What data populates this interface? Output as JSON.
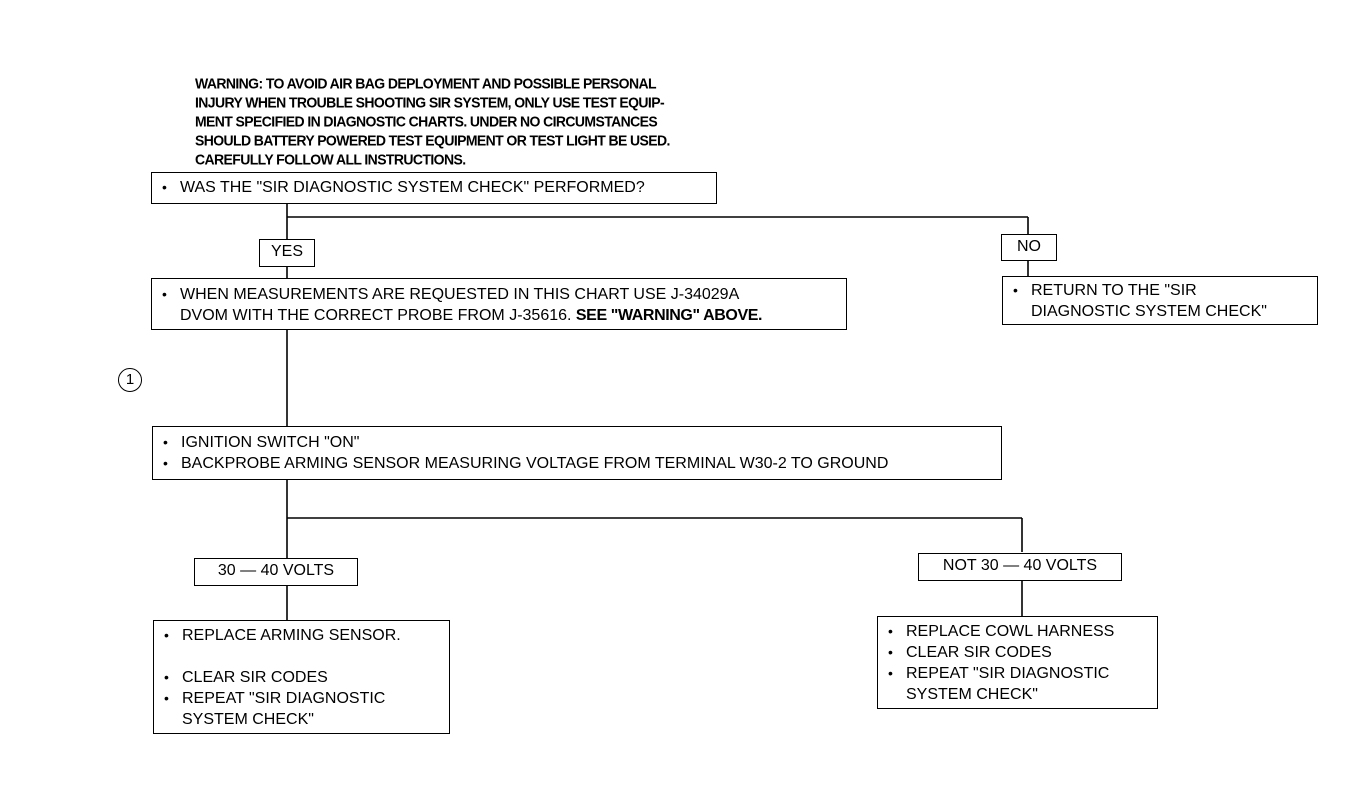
{
  "warning": {
    "lines": [
      "WARNING: TO AVOID AIR BAG DEPLOYMENT AND POSSIBLE PERSONAL",
      "INJURY WHEN TROUBLE SHOOTING SIR SYSTEM, ONLY USE TEST EQUIP-",
      "MENT SPECIFIED IN DIAGNOSTIC CHARTS. UNDER NO CIRCUMSTANCES",
      "SHOULD BATTERY POWERED TEST EQUIPMENT OR TEST LIGHT BE USED.",
      "CAREFULLY FOLLOW ALL INSTRUCTIONS."
    ]
  },
  "question": {
    "text": "WAS THE \"SIR DIAGNOSTIC SYSTEM CHECK\" PERFORMED?"
  },
  "yes_label": "YES",
  "no_label": "NO",
  "measure_box": {
    "line1": "WHEN MEASUREMENTS ARE REQUESTED IN THIS CHART USE J-34029A",
    "line2_normal": "DVOM WITH THE CORRECT PROBE FROM J-35616. ",
    "line2_bold": "SEE \"WARNING\" ABOVE."
  },
  "return_box": {
    "line1": "RETURN TO THE \"SIR",
    "line2": "DIAGNOSTIC SYSTEM CHECK\""
  },
  "step_marker": "1",
  "ignition_box": {
    "items": [
      "IGNITION SWITCH \"ON\"",
      "BACKPROBE ARMING SENSOR MEASURING VOLTAGE FROM TERMINAL W30-2 TO GROUND"
    ]
  },
  "volts_label": "30 — 40 VOLTS",
  "not_volts_label": "NOT 30 — 40 VOLTS",
  "replace_arming_box": {
    "item1": "REPLACE ARMING SENSOR.",
    "item2": "CLEAR SIR CODES",
    "item3_line1": "REPEAT \"SIR DIAGNOSTIC",
    "item3_line2": "SYSTEM CHECK\""
  },
  "replace_cowl_box": {
    "item1": "REPLACE COWL HARNESS",
    "item2": "CLEAR SIR CODES",
    "item3_line1": "REPEAT \"SIR DIAGNOSTIC",
    "item3_line2": "SYSTEM CHECK\""
  }
}
